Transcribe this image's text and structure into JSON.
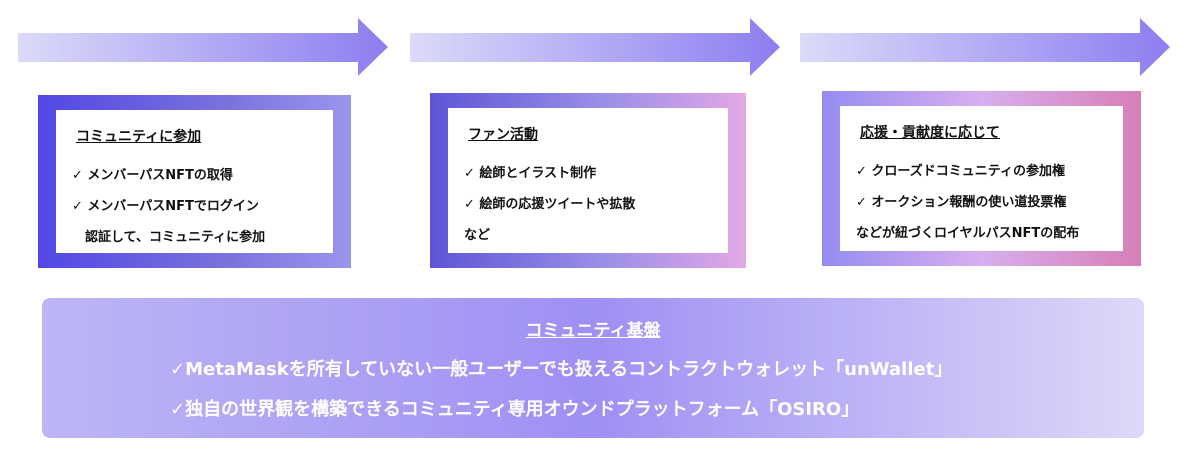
{
  "steps": [
    {
      "title": "コミュニティに参加",
      "lines": [
        "✓ メンバーパスNFTの取得",
        "✓ メンバーパスNFTでログイン",
        "　認証して、コミュニティに参加"
      ]
    },
    {
      "title": "ファン活動",
      "lines": [
        "✓ 絵師とイラスト制作",
        "✓ 絵師の応援ツイートや拡散",
        "など"
      ]
    },
    {
      "title": "応援・貢献度に応じて",
      "lines": [
        "✓ クローズドコミュニティの参加権",
        "✓ オークション報酬の使い道投票権",
        "などが紐づくロイヤルパスNFTの配布"
      ]
    }
  ],
  "base": {
    "title": "コミュニティ基盤",
    "lines": [
      "✓MetaMaskを所有していない一般ユーザーでも扱えるコントラクトウォレット「unWallet」",
      "✓独自の世界観を構築できるコミュニティ専用オウンドプラットフォーム「OSIRO」"
    ]
  }
}
